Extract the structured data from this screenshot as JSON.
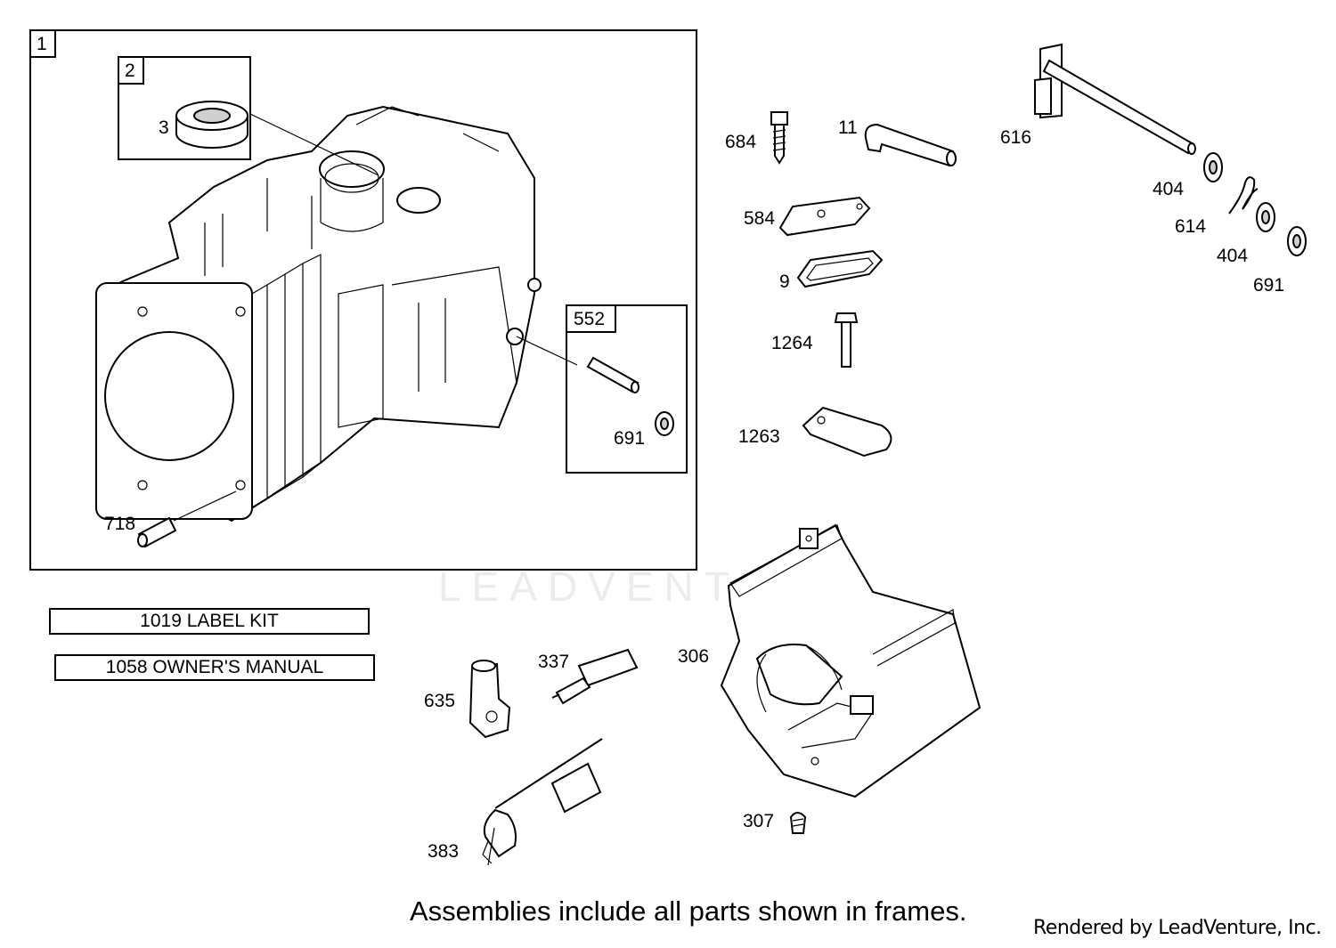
{
  "frames": {
    "assembly_1": "1",
    "assembly_2": "2",
    "assembly_552": "552"
  },
  "callouts": {
    "p3": "3",
    "p691_frame": "691",
    "p718": "718",
    "p684": "684",
    "p11": "11",
    "p616": "616",
    "p404_a": "404",
    "p614": "614",
    "p404_b": "404",
    "p691": "691",
    "p584": "584",
    "p9": "9",
    "p1264": "1264",
    "p1263": "1263",
    "p337": "337",
    "p635": "635",
    "p306": "306",
    "p307": "307",
    "p383": "383"
  },
  "kits": {
    "label_kit": "1019 LABEL KIT",
    "owners_manual": "1058 OWNER'S MANUAL"
  },
  "footer_note": "Assemblies include all parts shown in frames.",
  "credit": "Rendered by LeadVenture, Inc.",
  "watermark": "LEADVENTURE"
}
